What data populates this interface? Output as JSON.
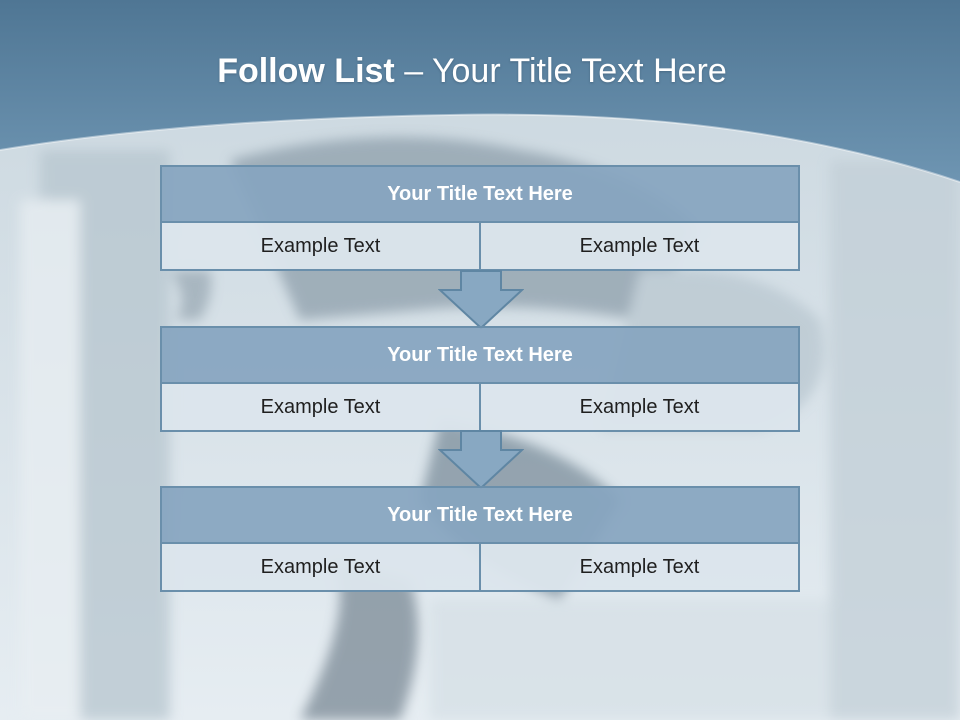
{
  "slide": {
    "title_bold": "Follow List",
    "title_rest": "– Your Title Text Here"
  },
  "flow": [
    {
      "title": "Your Title Text Here",
      "left": "Example Text",
      "right": "Example Text"
    },
    {
      "title": "Your Title Text Here",
      "left": "Example Text",
      "right": "Example Text"
    },
    {
      "title": "Your Title Text Here",
      "left": "Example Text",
      "right": "Example Text"
    }
  ],
  "colors": {
    "header_band": "#5e86a4",
    "box_title_fill": "#87a5bf",
    "box_cell_fill": "#dce5ec",
    "box_border": "#6a8fab",
    "arrow_fill": "#88a8c2"
  }
}
